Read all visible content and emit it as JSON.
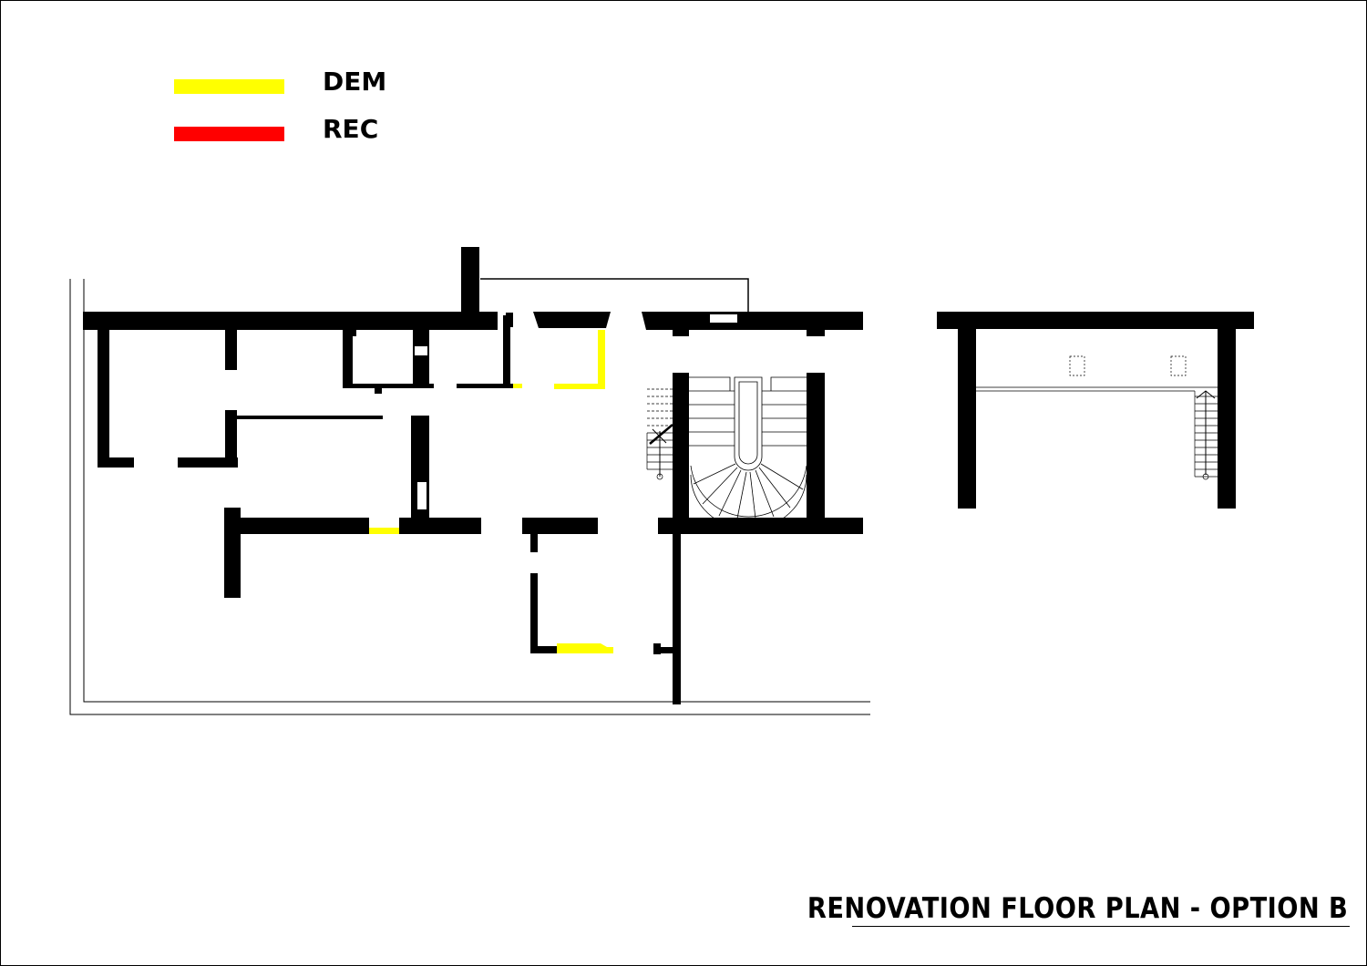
{
  "legend": {
    "items": [
      {
        "label": "DEM",
        "color": "#ffff00"
      },
      {
        "label": "REC",
        "color": "#ff0000"
      }
    ]
  },
  "title": "RENOVATION FLOOR PLAN - OPTION B",
  "colors": {
    "wall": "#000000",
    "demolition": "#ffff00",
    "reconstruction": "#ff0000",
    "background": "#ffffff"
  }
}
